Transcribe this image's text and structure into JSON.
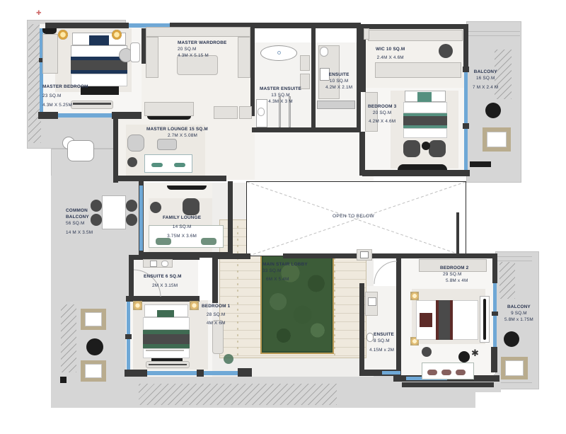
{
  "document": {
    "type": "architectural-floor-plan",
    "annotation_open_to_below": "OPEN TO BELOW"
  },
  "rooms": [
    {
      "key": "master_bedroom",
      "name": "MASTER BEDROOM",
      "area": "23 SQ.M",
      "dims": "4.3M X 5.25M"
    },
    {
      "key": "master_wardrobe",
      "name": "MASTER WARDROBE",
      "area": "20 SQ.M",
      "dims": "4.3M X 5.15 M"
    },
    {
      "key": "master_ensuite",
      "name": "MASTER ENSUITE",
      "area": "13 SQ.M",
      "dims": "4.3M X 3 M"
    },
    {
      "key": "ensuite_top",
      "name": "ENSUITE",
      "area": "10 SQ.M",
      "dims": "4.2M X 2.1M"
    },
    {
      "key": "wic",
      "name": "WIC 10 SQ.M",
      "area": "",
      "dims": "2.4M X 4.6M"
    },
    {
      "key": "bedroom_3",
      "name": "BEDROOM 3",
      "area": "20 SQ.M",
      "dims": "4.2M X 4.6M"
    },
    {
      "key": "balcony_top",
      "name": "BALCONY",
      "area": "16 SQ.M",
      "dims": "7 M X 2.4 M"
    },
    {
      "key": "master_lounge",
      "name": "MASTER LOUNGE  15 SQ.M",
      "area": "",
      "dims": "2.7M X 5.08M"
    },
    {
      "key": "family_lounge",
      "name": "FAMILY LOUNGE",
      "area": "14 SQ.M",
      "dims": "3.75M X 3.6M"
    },
    {
      "key": "common_balcony",
      "name": "COMMON BALCONY",
      "area": "56 SQ.M",
      "dims": "14 M X 3.5M"
    },
    {
      "key": "ensuite_b",
      "name": "ENSUITE  6 SQ.M",
      "area": "",
      "dims": "2M X 3.15M"
    },
    {
      "key": "bedroom_1",
      "name": "BEDROOM 1",
      "area": "28 SQ.M",
      "dims": "4M X 6M"
    },
    {
      "key": "main_stair_lobby",
      "name": "MAIN STAIR LOBBY",
      "area": "33 SQ.M",
      "dims": "6M X 5.4M"
    },
    {
      "key": "ensuite_bed2",
      "name": "ENSUITE",
      "area": "8 SQ.M",
      "dims": "4.15M x 2M"
    },
    {
      "key": "bedroom_2",
      "name": "BEDROOM 2",
      "area": "29 SQ.M",
      "dims": "5.8M x 4M"
    },
    {
      "key": "balcony_right",
      "name": "BALCONY",
      "area": "9 SQ.M",
      "dims": "5.8M x 1.75M"
    }
  ],
  "labels": {
    "master_bedroom": {
      "name": "MASTER BEDROOM",
      "area": "23 SQ.M",
      "dims": "4.3M X 5.25M"
    },
    "master_wardrobe": {
      "name": "MASTER WARDROBE",
      "area": "20 SQ.M",
      "dims": "4.3M X 5.15 M"
    },
    "master_ensuite": {
      "name": "MASTER ENSUITE",
      "area": "13 SQ.M",
      "dims": "4.3M X 3 M"
    },
    "ensuite_top": {
      "name": "ENSUITE",
      "area": "10 SQ.M",
      "dims": "4.2M X 2.1M"
    },
    "wic": {
      "name": "WIC 10 SQ.M",
      "area": "",
      "dims": "2.4M X 4.6M"
    },
    "bedroom_3": {
      "name": "BEDROOM 3",
      "area": "20 SQ.M",
      "dims": "4.2M X 4.6M"
    },
    "balcony_top": {
      "name": "BALCONY",
      "area": "16 SQ.M",
      "dims": "7 M X 2.4 M"
    },
    "master_lounge": {
      "name": "MASTER LOUNGE  15 SQ.M",
      "area": "",
      "dims": "2.7M X 5.08M"
    },
    "family_lounge": {
      "name": "FAMILY LOUNGE",
      "area": "14 SQ.M",
      "dims": "3.75M X 3.6M"
    },
    "common_balcony": {
      "name": "COMMON",
      "name2": "BALCONY",
      "area": "56 SQ.M",
      "dims": "14 M X 3.5M"
    },
    "ensuite_b": {
      "name": "ENSUITE  6 SQ.M",
      "area": "",
      "dims": "2M X 3.15M"
    },
    "bedroom_1": {
      "name": "BEDROOM 1",
      "area": "28 SQ.M",
      "dims": "4M X 6M"
    },
    "main_stair_lobby": {
      "name": "MAIN STAIR LOBBY",
      "area": "33 SQ.M",
      "dims": "6M X 5.4M"
    },
    "ensuite_bed2": {
      "name": "ENSUITE",
      "area": "8 SQ.M",
      "dims": "4.15M x 2M"
    },
    "bedroom_2": {
      "name": "BEDROOM 2",
      "area": "29 SQ.M",
      "dims": "5.8M x 4M"
    },
    "balcony_right": {
      "name": "BALCONY",
      "area": "9 SQ.M",
      "dims": "5.8M x 1.75M"
    },
    "open_to_below": {
      "name": "OPEN TO BELOW"
    }
  },
  "colors": {
    "wall": "#3a3a3a",
    "glazing": "#6fa8d6",
    "slab": "#d6d6d6",
    "floor": "#f7f6f4",
    "label_text": "#2a3550",
    "planter_border": "#b99a55",
    "foliage": "#3c5c38",
    "accent_navy": "#1d3557",
    "accent_green": "#3f6b52",
    "accent_maroon": "#5d2b28"
  }
}
